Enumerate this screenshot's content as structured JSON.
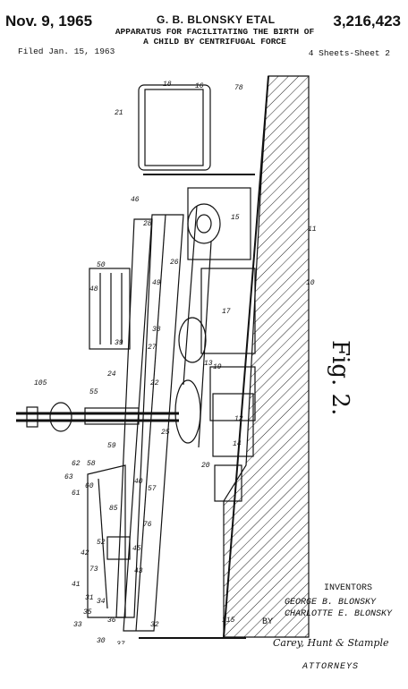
{
  "header": {
    "date": "Nov. 9, 1965",
    "inventors_short": "G. B. BLONSKY ETAL",
    "patent_number": "3,216,423",
    "title_line1": "APPARATUS FOR FACILITATING THE BIRTH OF",
    "title_line2": "A CHILD BY CENTRIFUGAL FORCE",
    "filed": "Filed Jan. 15, 1963",
    "sheets": "4 Sheets-Sheet 2"
  },
  "figure": {
    "label": "Fig. 2.",
    "reference_numerals": [
      "21",
      "18",
      "16",
      "78",
      "15",
      "14",
      "19",
      "11",
      "10",
      "46",
      "28",
      "26",
      "27",
      "50",
      "48",
      "49",
      "38",
      "39",
      "13",
      "17",
      "105",
      "55",
      "24",
      "25",
      "20",
      "12",
      "22",
      "40",
      "63",
      "62",
      "61",
      "60",
      "58",
      "57",
      "59",
      "52",
      "34",
      "33",
      "35",
      "37",
      "36",
      "31",
      "30",
      "32",
      "42",
      "43",
      "41",
      "45",
      "73",
      "76",
      "85",
      "115"
    ]
  },
  "footer": {
    "inventors_label": "INVENTORS",
    "inventor1": "GEORGE   B. BLONSKY",
    "inventor2": "CHARLOTTE  E. BLONSKY",
    "by": "BY",
    "signature": "Carey, Hunt & Stample",
    "attorneys": "ATTORNEYS"
  }
}
